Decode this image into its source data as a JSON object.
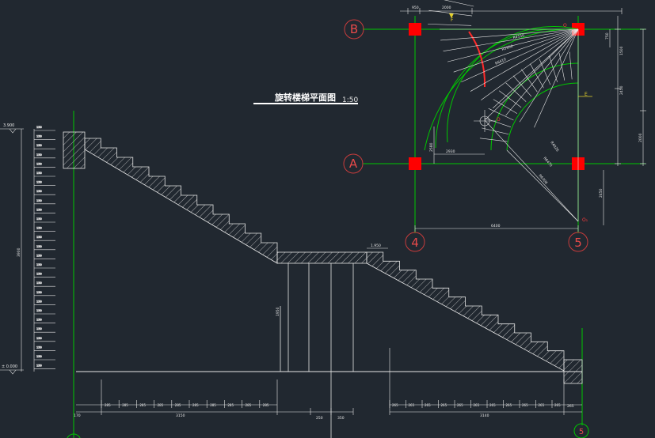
{
  "drawing": {
    "title": "旋转楼梯平面图",
    "scale": "1:50",
    "colors": {
      "background": "#212830",
      "line": "#e6e6e6",
      "axis": "#00c800",
      "column": "#ff0000",
      "grid_bubble": "#c83c3c"
    }
  },
  "plan": {
    "grid_labels": {
      "b": "B",
      "a": "A",
      "four": "4",
      "five": "5"
    },
    "points": {
      "o": "O",
      "o1": "O",
      "o2": "O₁",
      "f": "F",
      "e": "E"
    },
    "radius_labels": [
      "R4150",
      "R5950",
      "R6410",
      "R4026",
      "R6470",
      "R6306"
    ],
    "dims": {
      "top_left": "950",
      "top_mid": "2000",
      "right_top": "750",
      "right_1": "1500",
      "right_2": "2450",
      "right_3": "2000",
      "right_4": "2450",
      "inner_v": "2580",
      "inner_h": "2930",
      "bottom": "6400"
    }
  },
  "section": {
    "top_level": "3.900",
    "ground_level": "± 0.000",
    "landing_level": "1.950",
    "total_height": "3900",
    "riser_label": "150",
    "column_height": "1950",
    "bottom_left_dims": [
      "170",
      "3150",
      "250",
      "350"
    ],
    "bottom_right_dims": [
      "3140",
      "265"
    ],
    "tread_label": "285",
    "tread_label_right": "265",
    "grid_bubble": "5"
  }
}
